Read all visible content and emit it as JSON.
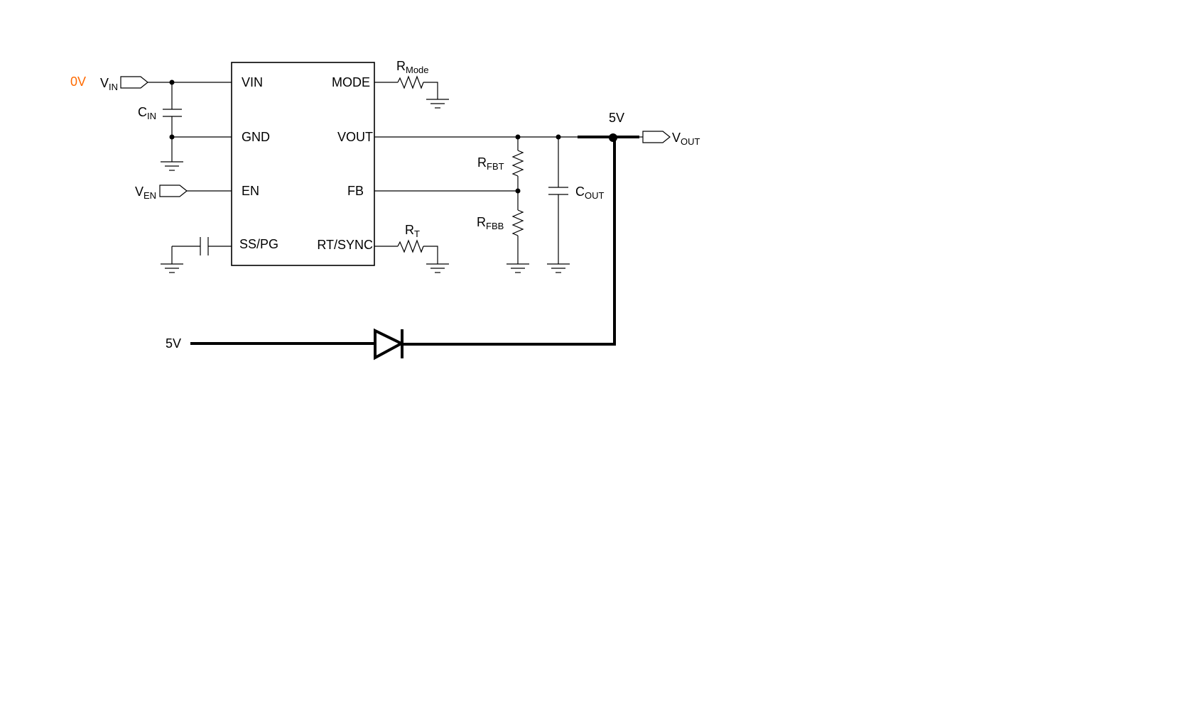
{
  "colors": {
    "annotation_orange": "#ff6a00",
    "line": "#000000"
  },
  "annotations": {
    "vin_voltage": "0V",
    "vout_voltage": "5V",
    "diode_source_voltage": "5V"
  },
  "ic": {
    "left_pins": [
      "VIN",
      "GND",
      "EN",
      "SS/PG"
    ],
    "right_pins": [
      "MODE",
      "VOUT",
      "FB",
      "RT/SYNC"
    ]
  },
  "components": {
    "r_mode": {
      "main": "R",
      "sub": "Mode"
    },
    "r_t": {
      "main": "R",
      "sub": "T"
    },
    "r_fbt": {
      "main": "R",
      "sub": "FBT"
    },
    "r_fbb": {
      "main": "R",
      "sub": "FBB"
    },
    "c_in": {
      "main": "C",
      "sub": "IN"
    },
    "c_out": {
      "main": "C",
      "sub": "OUT"
    }
  },
  "ports": {
    "v_in": {
      "main": "V",
      "sub": "IN"
    },
    "v_en": {
      "main": "V",
      "sub": "EN"
    },
    "v_out": {
      "main": "V",
      "sub": "OUT"
    }
  }
}
